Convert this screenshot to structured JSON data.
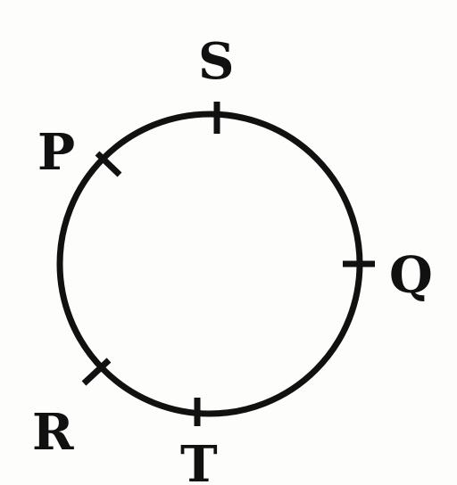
{
  "diagram": {
    "ink_color": "#111111",
    "background_color": "#fdfdfb",
    "points": [
      {
        "id": "S",
        "label": "S"
      },
      {
        "id": "P",
        "label": "P"
      },
      {
        "id": "Q",
        "label": "Q"
      },
      {
        "id": "R",
        "label": "R"
      },
      {
        "id": "T",
        "label": "T"
      }
    ]
  }
}
